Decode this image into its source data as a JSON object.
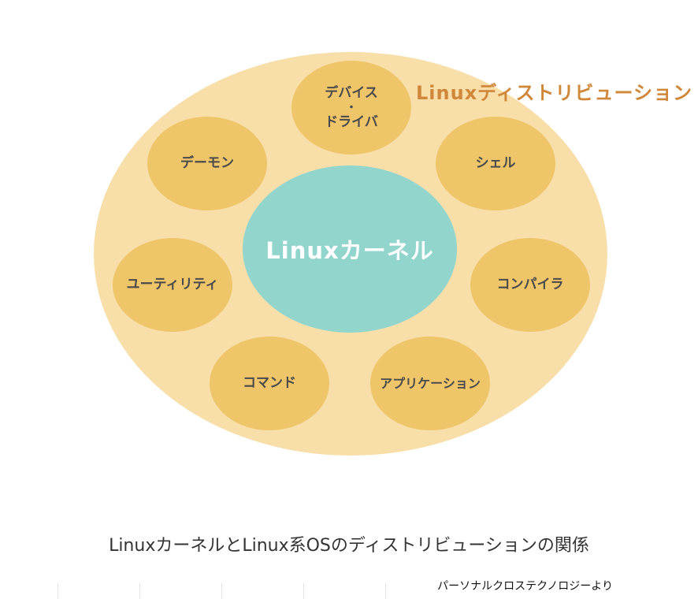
{
  "diagram": {
    "distribution_label": "Linuxディストリビューション",
    "kernel_label": "Linuxカーネル",
    "nodes": {
      "devices_line1": "デバイス",
      "devices_dot": "・",
      "devices_line2": "ドライバ",
      "daemon": "デーモン",
      "shell": "シェル",
      "utility": "ユーティリティ",
      "compiler": "コンパイラ",
      "command": "コマンド",
      "application": "アプリケーション"
    },
    "colors": {
      "outer_ellipse": "#f8dfaa",
      "node_fill": "#efc56a",
      "kernel_fill": "#92d5cd",
      "distribution_text": "#d0873a",
      "node_text": "#4a4a4a"
    }
  },
  "caption": "LinuxカーネルとLinux系OSのディストリビューションの関係",
  "source": "パーソナルクロステクノロジーより"
}
